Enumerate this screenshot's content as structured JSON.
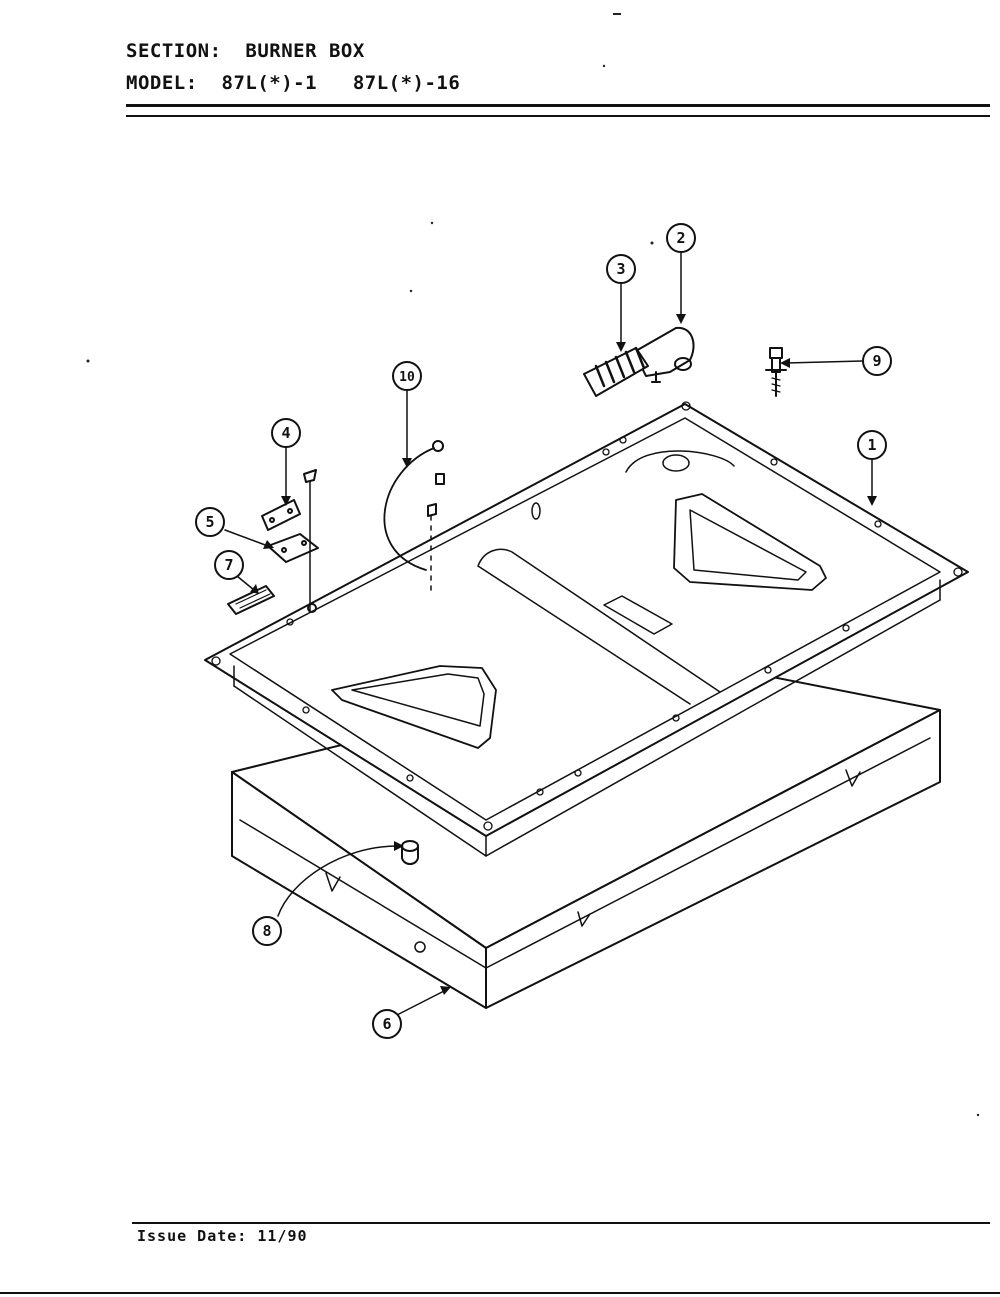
{
  "header": {
    "section_label": "SECTION:",
    "section_value": "BURNER BOX",
    "model_label": "MODEL:",
    "model_values": "87L(*)-1   87L(*)-16"
  },
  "callouts": [
    "1",
    "2",
    "3",
    "4",
    "5",
    "6",
    "7",
    "8",
    "9",
    "10"
  ],
  "footer": {
    "issue_date": "Issue Date: 11/90"
  }
}
